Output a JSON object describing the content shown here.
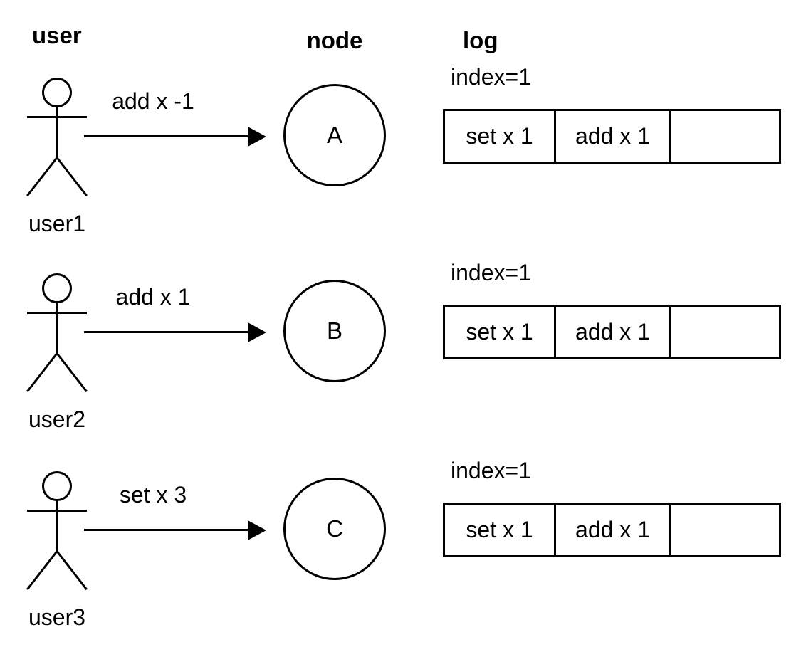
{
  "diagram_title": "",
  "columns": {
    "user": "user",
    "node": "node",
    "log": "log"
  },
  "rows": [
    {
      "user_label": "user1",
      "message": "add x -1",
      "node_label": "A",
      "log_index_label": "index=1",
      "log_cells": [
        "set x 1",
        "add x 1",
        ""
      ]
    },
    {
      "user_label": "user2",
      "message": "add x 1",
      "node_label": "B",
      "log_index_label": "index=1",
      "log_cells": [
        "set x 1",
        "add x 1",
        ""
      ]
    },
    {
      "user_label": "user3",
      "message": "set x 3",
      "node_label": "C",
      "log_index_label": "index=1",
      "log_cells": [
        "set x 1",
        "add x 1",
        ""
      ]
    }
  ],
  "colors": {
    "stroke": "#000000",
    "background": "#ffffff"
  }
}
